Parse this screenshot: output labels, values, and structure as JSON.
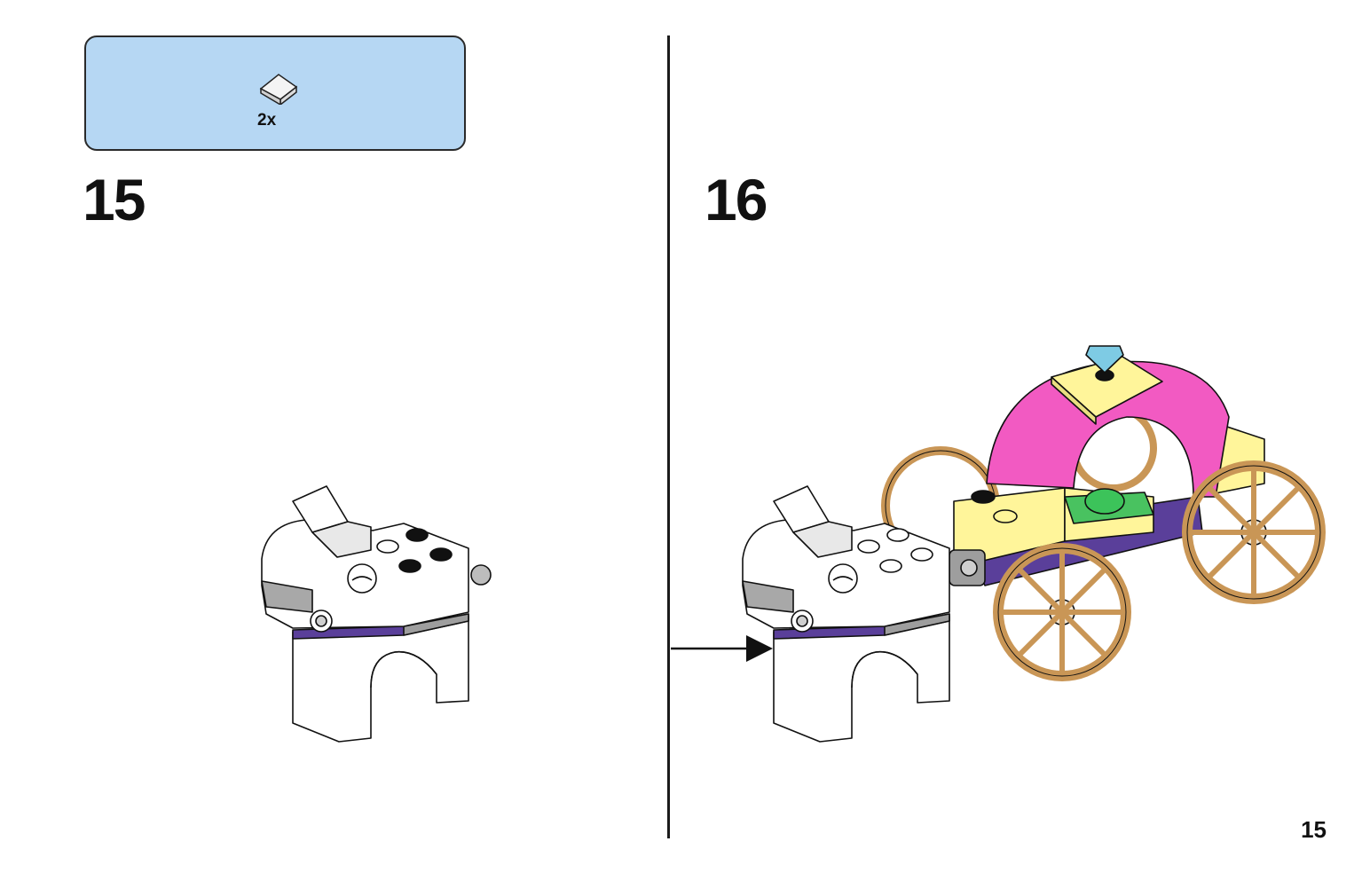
{
  "parts_box": {
    "quantity": "2x",
    "part_icon": "slope-tile-icon"
  },
  "steps": [
    {
      "number": "15"
    },
    {
      "number": "16"
    }
  ],
  "page_number": "15",
  "colors": {
    "parts_box_bg": "#b6d7f3",
    "brick_white": "#ffffff",
    "brick_gray": "#9e9e9e",
    "brick_purple": "#5a3f9a",
    "brick_pink": "#f25ac2",
    "brick_yellow": "#fff59a",
    "wheel_gold": "#c99656",
    "gem_blue": "#7ecbe4",
    "apple_green": "#3cc35a"
  }
}
